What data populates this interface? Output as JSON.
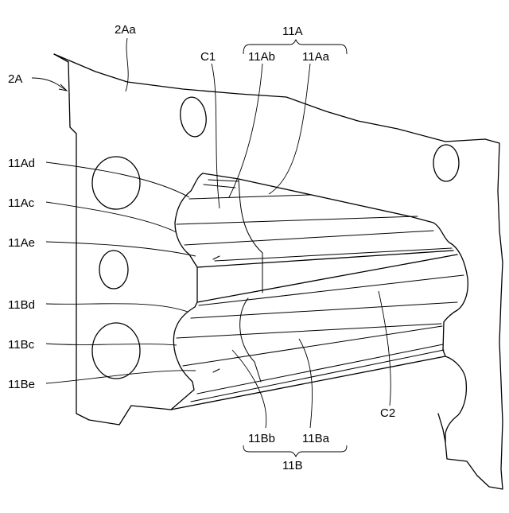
{
  "labels": {
    "plate": "2A",
    "plate_surface": "2Aa",
    "group_upper": "11A",
    "group_lower": "11B",
    "c1": "C1",
    "c2": "C2",
    "a_b": "11Ab",
    "a_a": "11Aa",
    "a_d": "11Ad",
    "a_c": "11Ac",
    "a_e": "11Ae",
    "b_d": "11Bd",
    "b_c": "11Bc",
    "b_e": "11Be",
    "b_b": "11Bb",
    "b_a": "11Ba"
  }
}
